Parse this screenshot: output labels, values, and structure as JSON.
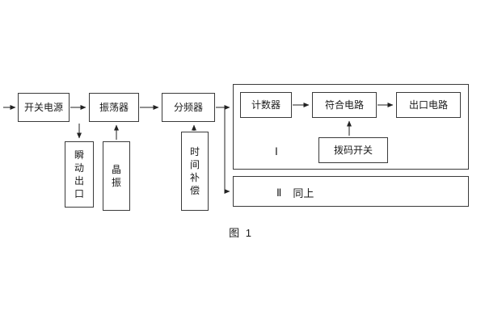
{
  "figure": {
    "caption": "图 1",
    "blocks": {
      "power": "开关电源",
      "oscillator": "振荡器",
      "divider": "分频器",
      "counter": "计数器",
      "coincidence": "符合电路",
      "output_circuit": "出口电路",
      "dip_switch": "拨码开关",
      "instant_output": "瞬\n动\n出\n口",
      "crystal": "晶\n振",
      "time_compensation": "时\n间\n补\n偿",
      "group1_label": "Ⅰ",
      "group2_numeral": "Ⅱ",
      "group2_text": "同上"
    },
    "colors": {
      "line": "#222222",
      "border": "#3a3a3a",
      "background": "#ffffff"
    }
  }
}
